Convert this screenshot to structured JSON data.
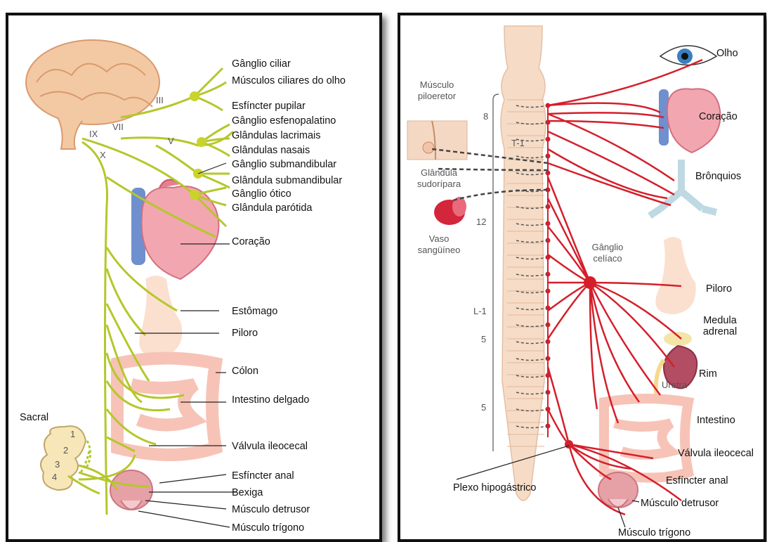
{
  "left": {
    "labels": {
      "ciliar": "Gânglio ciliar",
      "musc_ciliares": "Músculos ciliares do olho",
      "esf_pupilar": "Esfíncter pupilar",
      "esfenopalatino": "Gânglio esfenopalatino",
      "lacrimais": "Glândulas lacrimais",
      "nasais": "Glândulas nasais",
      "submandibular_g": "Gânglio submandibular",
      "submandibular_gl": "Glândula submandibular",
      "otico": "Gânglio ótico",
      "parotida": "Glândula parótida",
      "coracao": "Coração",
      "estomago": "Estômago",
      "piloro": "Piloro",
      "colon": "Cólon",
      "intestino_delgado": "Intestino delgado",
      "valvula": "Válvula ileocecal",
      "esf_anal": "Esfíncter anal",
      "bexiga": "Bexiga",
      "detrusor": "Músculo detrusor",
      "trigono": "Músculo trígono",
      "sacral": "Sacral",
      "nerve_III": "III",
      "nerve_VII": "VII",
      "nerve_V": "V",
      "nerve_IX": "IX",
      "nerve_X": "X",
      "sacral_1": "1",
      "sacral_2": "2",
      "sacral_3": "3",
      "sacral_4": "4"
    },
    "colors": {
      "nerve": "#b5c72a",
      "ganglion": "#c9d42a"
    }
  },
  "right": {
    "labels": {
      "olho": "Olho",
      "coracao": "Coração",
      "bronquios": "Brônquios",
      "ganglio_celiaco": "Gânglio\ncelíaco",
      "piloro": "Piloro",
      "medula_adrenal": "Medula\nadrenal",
      "rim": "Rim",
      "uretra": "Uretra",
      "intestino": "Intestino",
      "valvula": "Válvula ileocecal",
      "esf_anal": "Esfíncter anal",
      "detrusor": "Músculo detrusor",
      "trigono": "Músculo trígono",
      "plexo": "Plexo hipogástrico",
      "musc_piloeretor": "Músculo\npiloeretor",
      "glandula_sudoripara": "Glândula\nsudorípara",
      "vaso": "Vaso\nsangüíneo",
      "seg_8": "8",
      "seg_T1": "T-1",
      "seg_12": "12",
      "seg_L1": "L-1",
      "seg_5a": "5",
      "seg_5b": "5"
    },
    "colors": {
      "nerve": "#d41f2b",
      "spine": "#f6dcc6"
    }
  }
}
